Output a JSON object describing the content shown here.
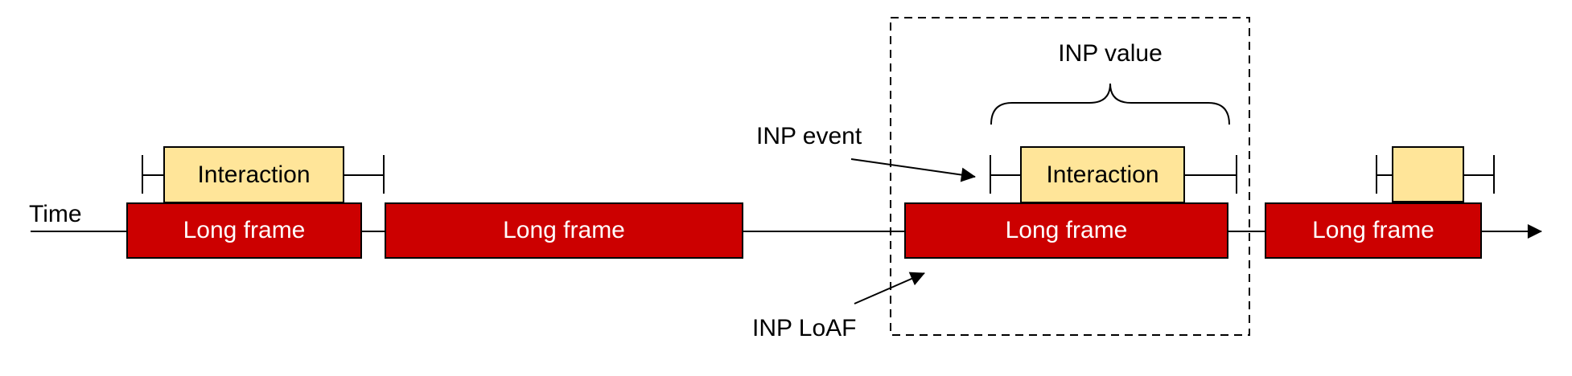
{
  "colors": {
    "frame_fill": "#cc0000",
    "interaction_fill": "#ffe599",
    "stroke": "#000000",
    "frame_text": "#ffffff",
    "label_text": "#000000"
  },
  "labels": {
    "time_axis": "Time",
    "inp_event": "INP event",
    "inp_value": "INP value",
    "inp_loaf": "INP LoAF"
  },
  "long_frames": [
    {
      "label": "Long frame"
    },
    {
      "label": "Long frame"
    },
    {
      "label": "Long frame"
    },
    {
      "label": "Long frame"
    }
  ],
  "interactions": [
    {
      "label": "Interaction"
    },
    {
      "label": "Interaction"
    },
    {
      "label": ""
    }
  ]
}
